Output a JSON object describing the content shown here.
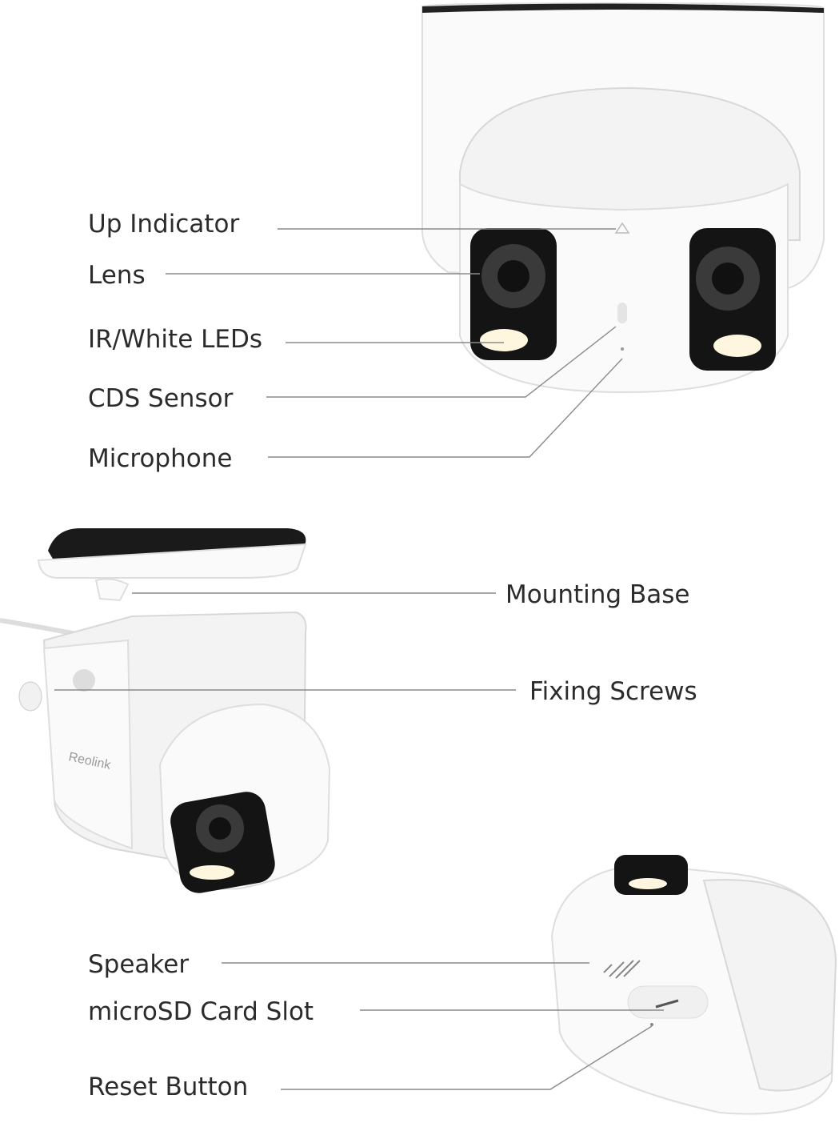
{
  "brand": "Reolink",
  "labels": {
    "up_indicator": "Up Indicator",
    "lens": "Lens",
    "ir_white_leds": "IR/White LEDs",
    "cds_sensor": "CDS Sensor",
    "microphone": "Microphone",
    "mounting_base": "Mounting Base",
    "fixing_screws": "Fixing Screws",
    "speaker": "Speaker",
    "microsd_card_slot": "microSD Card Slot",
    "reset_button": "Reset Button"
  }
}
